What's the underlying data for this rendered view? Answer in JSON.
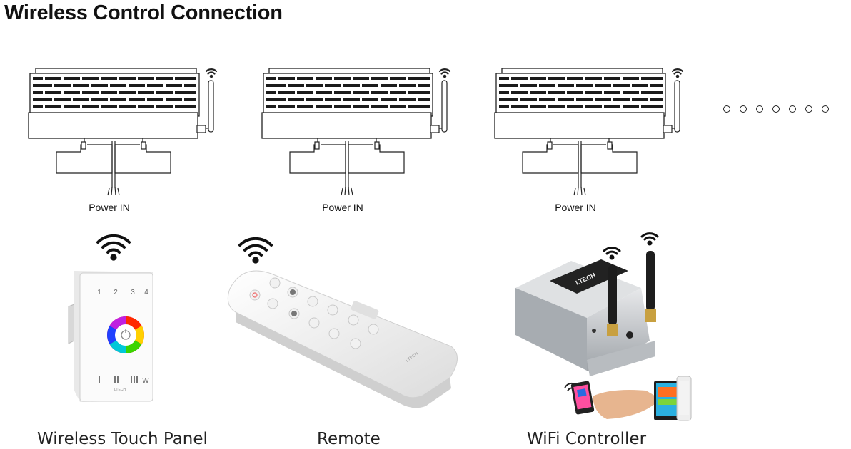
{
  "title": "Wireless Control Connection",
  "receivers": [
    {
      "power_label": "Power IN"
    },
    {
      "power_label": "Power IN"
    },
    {
      "power_label": "Power IN"
    }
  ],
  "more_indicator_count": 7,
  "devices": [
    {
      "caption": "Wireless Touch Panel",
      "icon": "touch-panel"
    },
    {
      "caption": "Remote",
      "icon": "remote-control"
    },
    {
      "caption": "WiFi Controller",
      "icon": "wifi-controller"
    }
  ],
  "device_text": {
    "touch_panel_zones": [
      "1",
      "2",
      "3",
      "4"
    ],
    "touch_panel_brand": "LTECH",
    "remote_brand": "LTECH",
    "wifi_brand": "LTECH"
  },
  "colors": {
    "line": "#222222",
    "panel": "#f4f4f4",
    "silver": "#c9ccd0"
  }
}
